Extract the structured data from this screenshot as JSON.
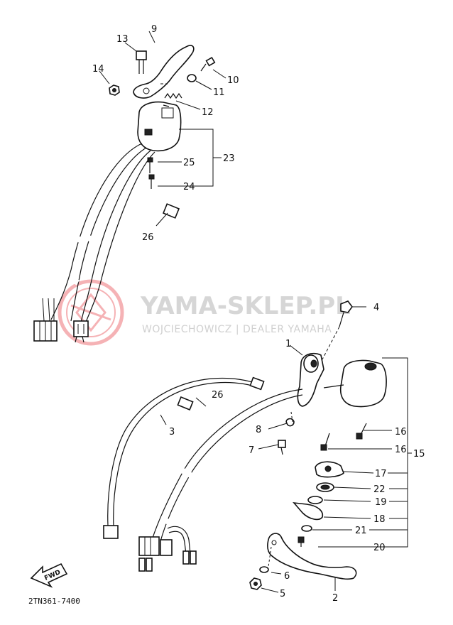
{
  "watermark": {
    "title": "YAMA-SKLEP.PL",
    "subtitle": "WOJCIECHOWICZ | DEALER YAMAHA",
    "logo_color": "#e3262d"
  },
  "diagram_code": "2TN361-7400",
  "fwd_label": "FWD",
  "callouts": {
    "c1": "1",
    "c2": "2",
    "c3": "3",
    "c4": "4",
    "c5": "5",
    "c6": "6",
    "c7": "7",
    "c8": "8",
    "c9": "9",
    "c10": "10",
    "c11": "11",
    "c12": "12",
    "c13": "13",
    "c14": "14",
    "c15": "15",
    "c16a": "16",
    "c16b": "16",
    "c17": "17",
    "c18": "18",
    "c19": "19",
    "c20": "20",
    "c21": "21",
    "c22": "22",
    "c23": "23",
    "c24": "24",
    "c25": "25",
    "c26a": "26",
    "c26b": "26"
  }
}
